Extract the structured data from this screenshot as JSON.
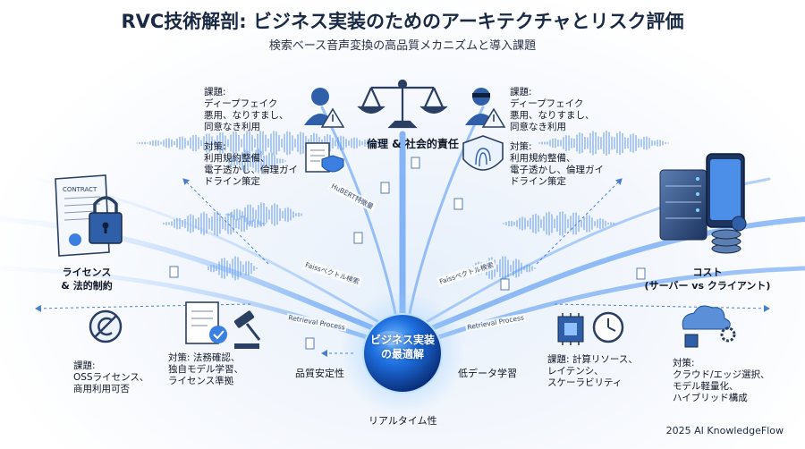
{
  "title": "RVC技術解剖: ビジネス実装のためのアーキテクチャとリスク評価",
  "subtitle": "検索ベース音声変換の高品質メカニズムと導入課題",
  "center": {
    "line1": "ビジネス実装",
    "line2": "の最適解"
  },
  "ethics": {
    "label": "倫理 & 社会的責任"
  },
  "ethics_left": {
    "issue_head": "課題:",
    "issue_lines": [
      "ディープフェイク",
      "悪用、なりすまし、",
      "同意なき利用"
    ],
    "measure_head": "対策:",
    "measure_lines": [
      "利用規約整備、",
      "電子透かし、倫理ガイ",
      "ドライン策定"
    ]
  },
  "ethics_right": {
    "issue_head": "課題:",
    "issue_lines": [
      "ディープフェイク",
      "悪用、なりすまし、",
      "同意なき利用"
    ],
    "measure_head": "対策:",
    "measure_lines": [
      "利用規約整備、",
      "電子透かし、倫理ガイ",
      "ドライン策定"
    ]
  },
  "license": {
    "label_lines": [
      "ライセンス",
      "& 法的制約"
    ],
    "contract_text": "CONTRACT",
    "issue_head": "課題:",
    "issue_lines": [
      "OSSライセンス、",
      "商用利用可否"
    ],
    "measure_lines": [
      "対策: 法務確認、",
      "独自モデル学習、",
      "ライセンス準拠"
    ]
  },
  "cost": {
    "label_lines": [
      "コスト",
      "(サーバー vs クライアント)"
    ],
    "issue_lines": [
      "課題: 計算リソース、",
      "レイテンシ、",
      "スケーラビリティ"
    ],
    "measure_head": "対策:",
    "measure_lines": [
      "クラウド/エッジ選択、",
      "モデル軽量化、",
      "ハイブリッド構成"
    ]
  },
  "flows": {
    "hubert": "HuBERT特徴量",
    "faiss_left": "Faissベクトル検索",
    "faiss_right": "Faissベクトル検索",
    "retrieval_left": "Retrieval Process",
    "retrieval_right": "Retrieval Process"
  },
  "benefits": {
    "quality": "品質安定性",
    "lowdata": "低データ学習",
    "realtime": "リアルタイム性"
  },
  "footer": "2025 AI KnowledgeFlow",
  "colors": {
    "accent": "#1f6fe0",
    "dark": "#1b2a44",
    "glow": "#5aa8ff"
  },
  "icons": [
    "scale-icon",
    "user-warning-icon",
    "hacker-warning-icon",
    "document-shield-icon",
    "fingerprint-shield-icon",
    "contract-icon",
    "padlock-icon",
    "no-copyright-icon",
    "checklist-icon",
    "gavel-icon",
    "server-icon",
    "phone-icon",
    "coins-icon",
    "chip-icon",
    "clock-icon",
    "cloud-gear-icon",
    "sphere-icon"
  ]
}
